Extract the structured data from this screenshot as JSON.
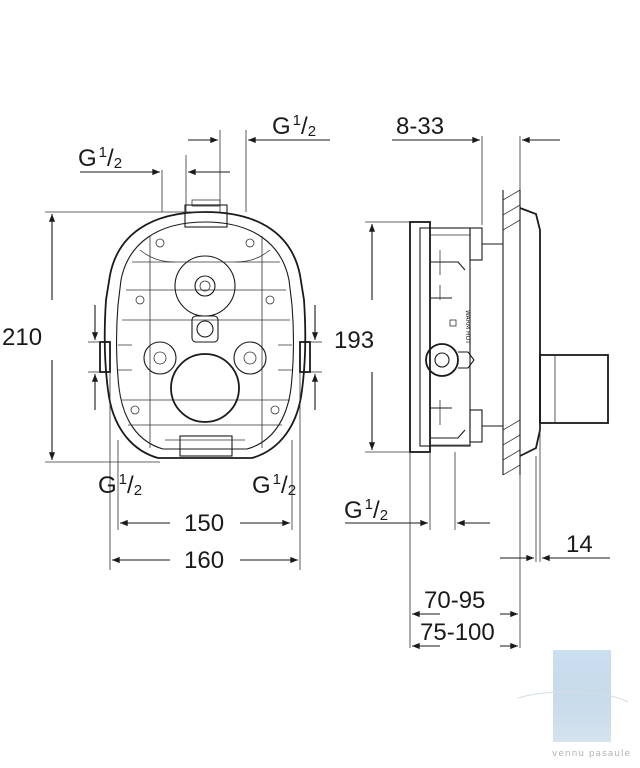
{
  "front_view": {
    "thread_label": "G",
    "thread_num": "1",
    "thread_den": "2",
    "height": "210",
    "width_inner": "150",
    "width_outer": "160"
  },
  "side_view": {
    "wall_range": "8-33",
    "height": "193",
    "thread_label": "G",
    "thread_num": "1",
    "thread_den": "2",
    "depth_small": "14",
    "depth_mid": "70-95",
    "depth_large": "75-100",
    "body_marking": "WARM HOT"
  },
  "watermark": {
    "text": "vennu pasaule",
    "color": "#9fc3df"
  }
}
